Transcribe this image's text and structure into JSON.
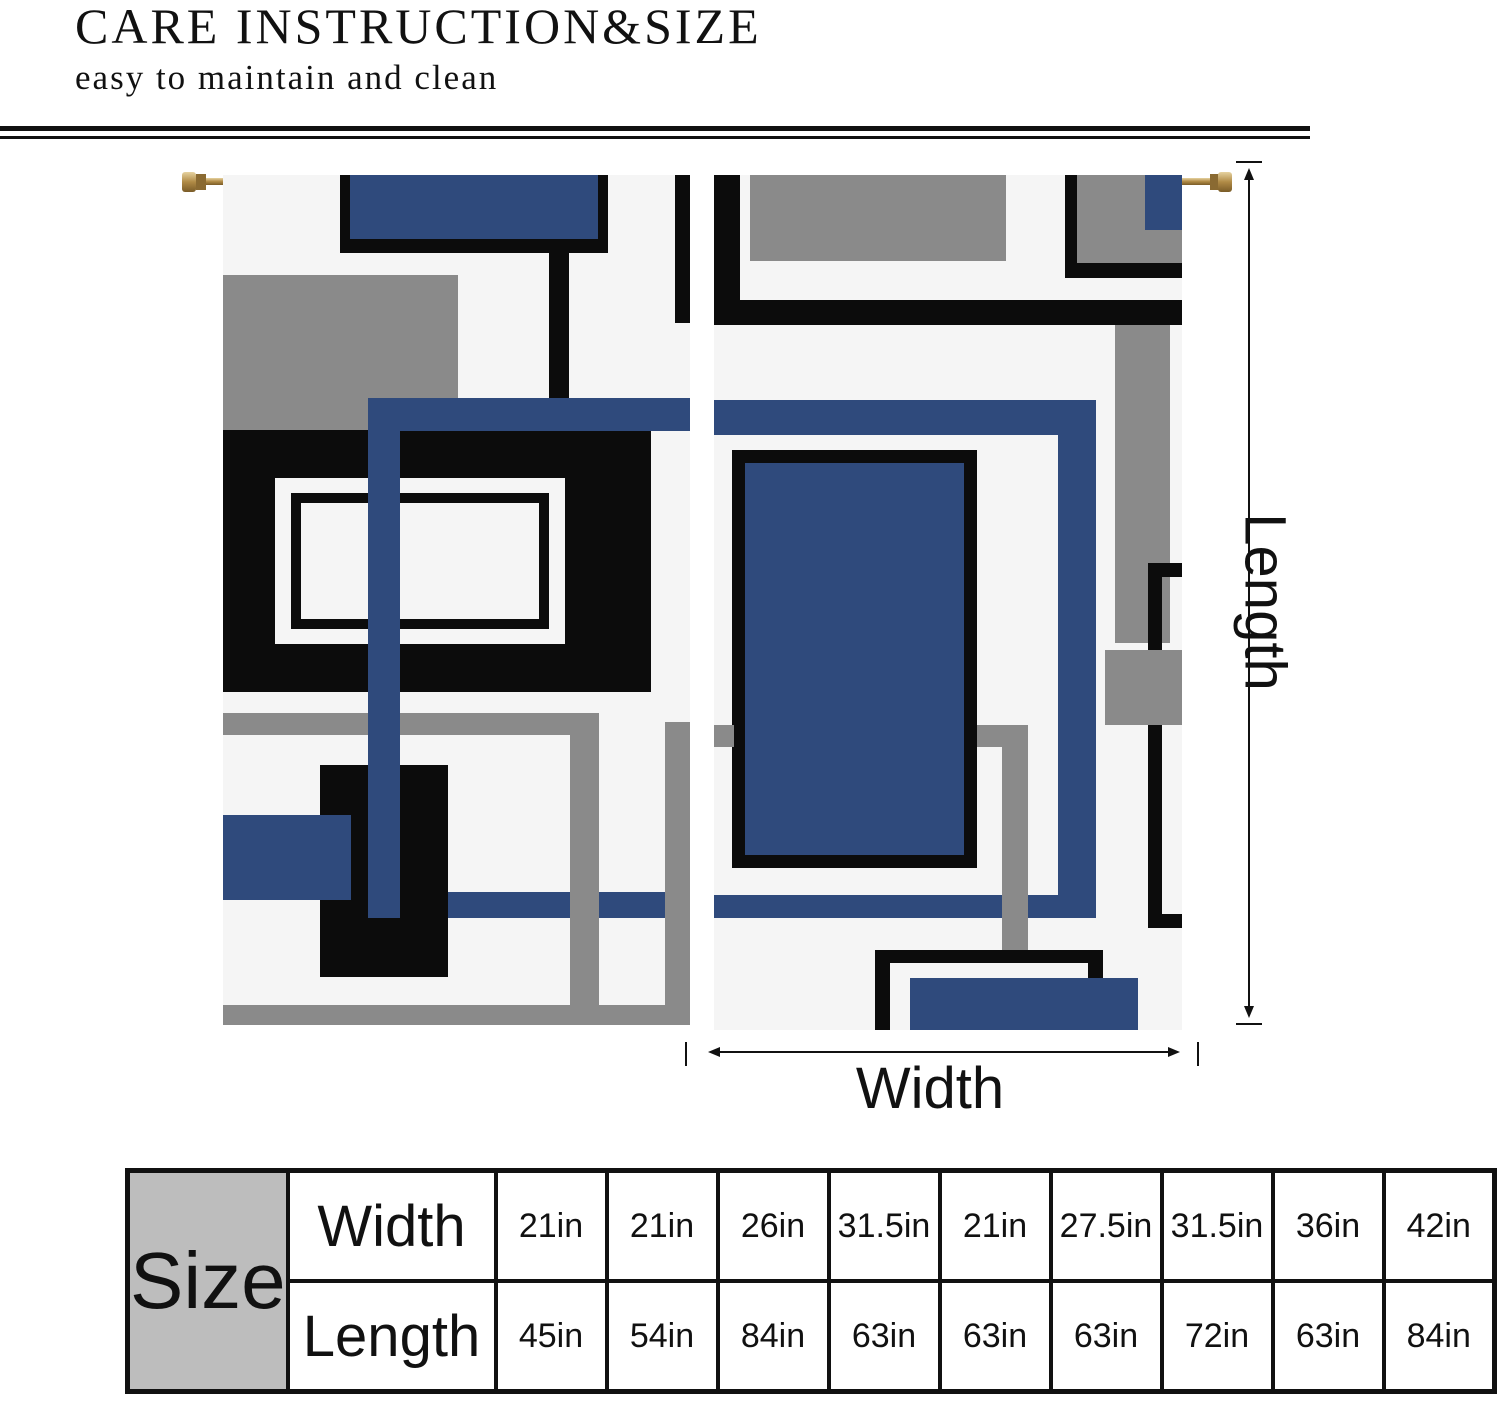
{
  "header": {
    "title": "CARE INSTRUCTION&SIZE",
    "subtitle": "easy to maintain and clean"
  },
  "diagram": {
    "width_label": "Width",
    "length_label": "Length"
  },
  "size_table": {
    "size_label": "Size",
    "width_label": "Width",
    "length_label": "Length",
    "widths": [
      "21in",
      "21in",
      "26in",
      "31.5in",
      "21in",
      "27.5in",
      "31.5in",
      "36in",
      "42in"
    ],
    "lengths": [
      "45in",
      "54in",
      "84in",
      "63in",
      "63in",
      "63in",
      "72in",
      "63in",
      "84in"
    ]
  },
  "colors": {
    "navy": "#2f4a7c",
    "black": "#0c0c0c",
    "gray": "#888888",
    "light_gray": "#bdbdbd"
  }
}
